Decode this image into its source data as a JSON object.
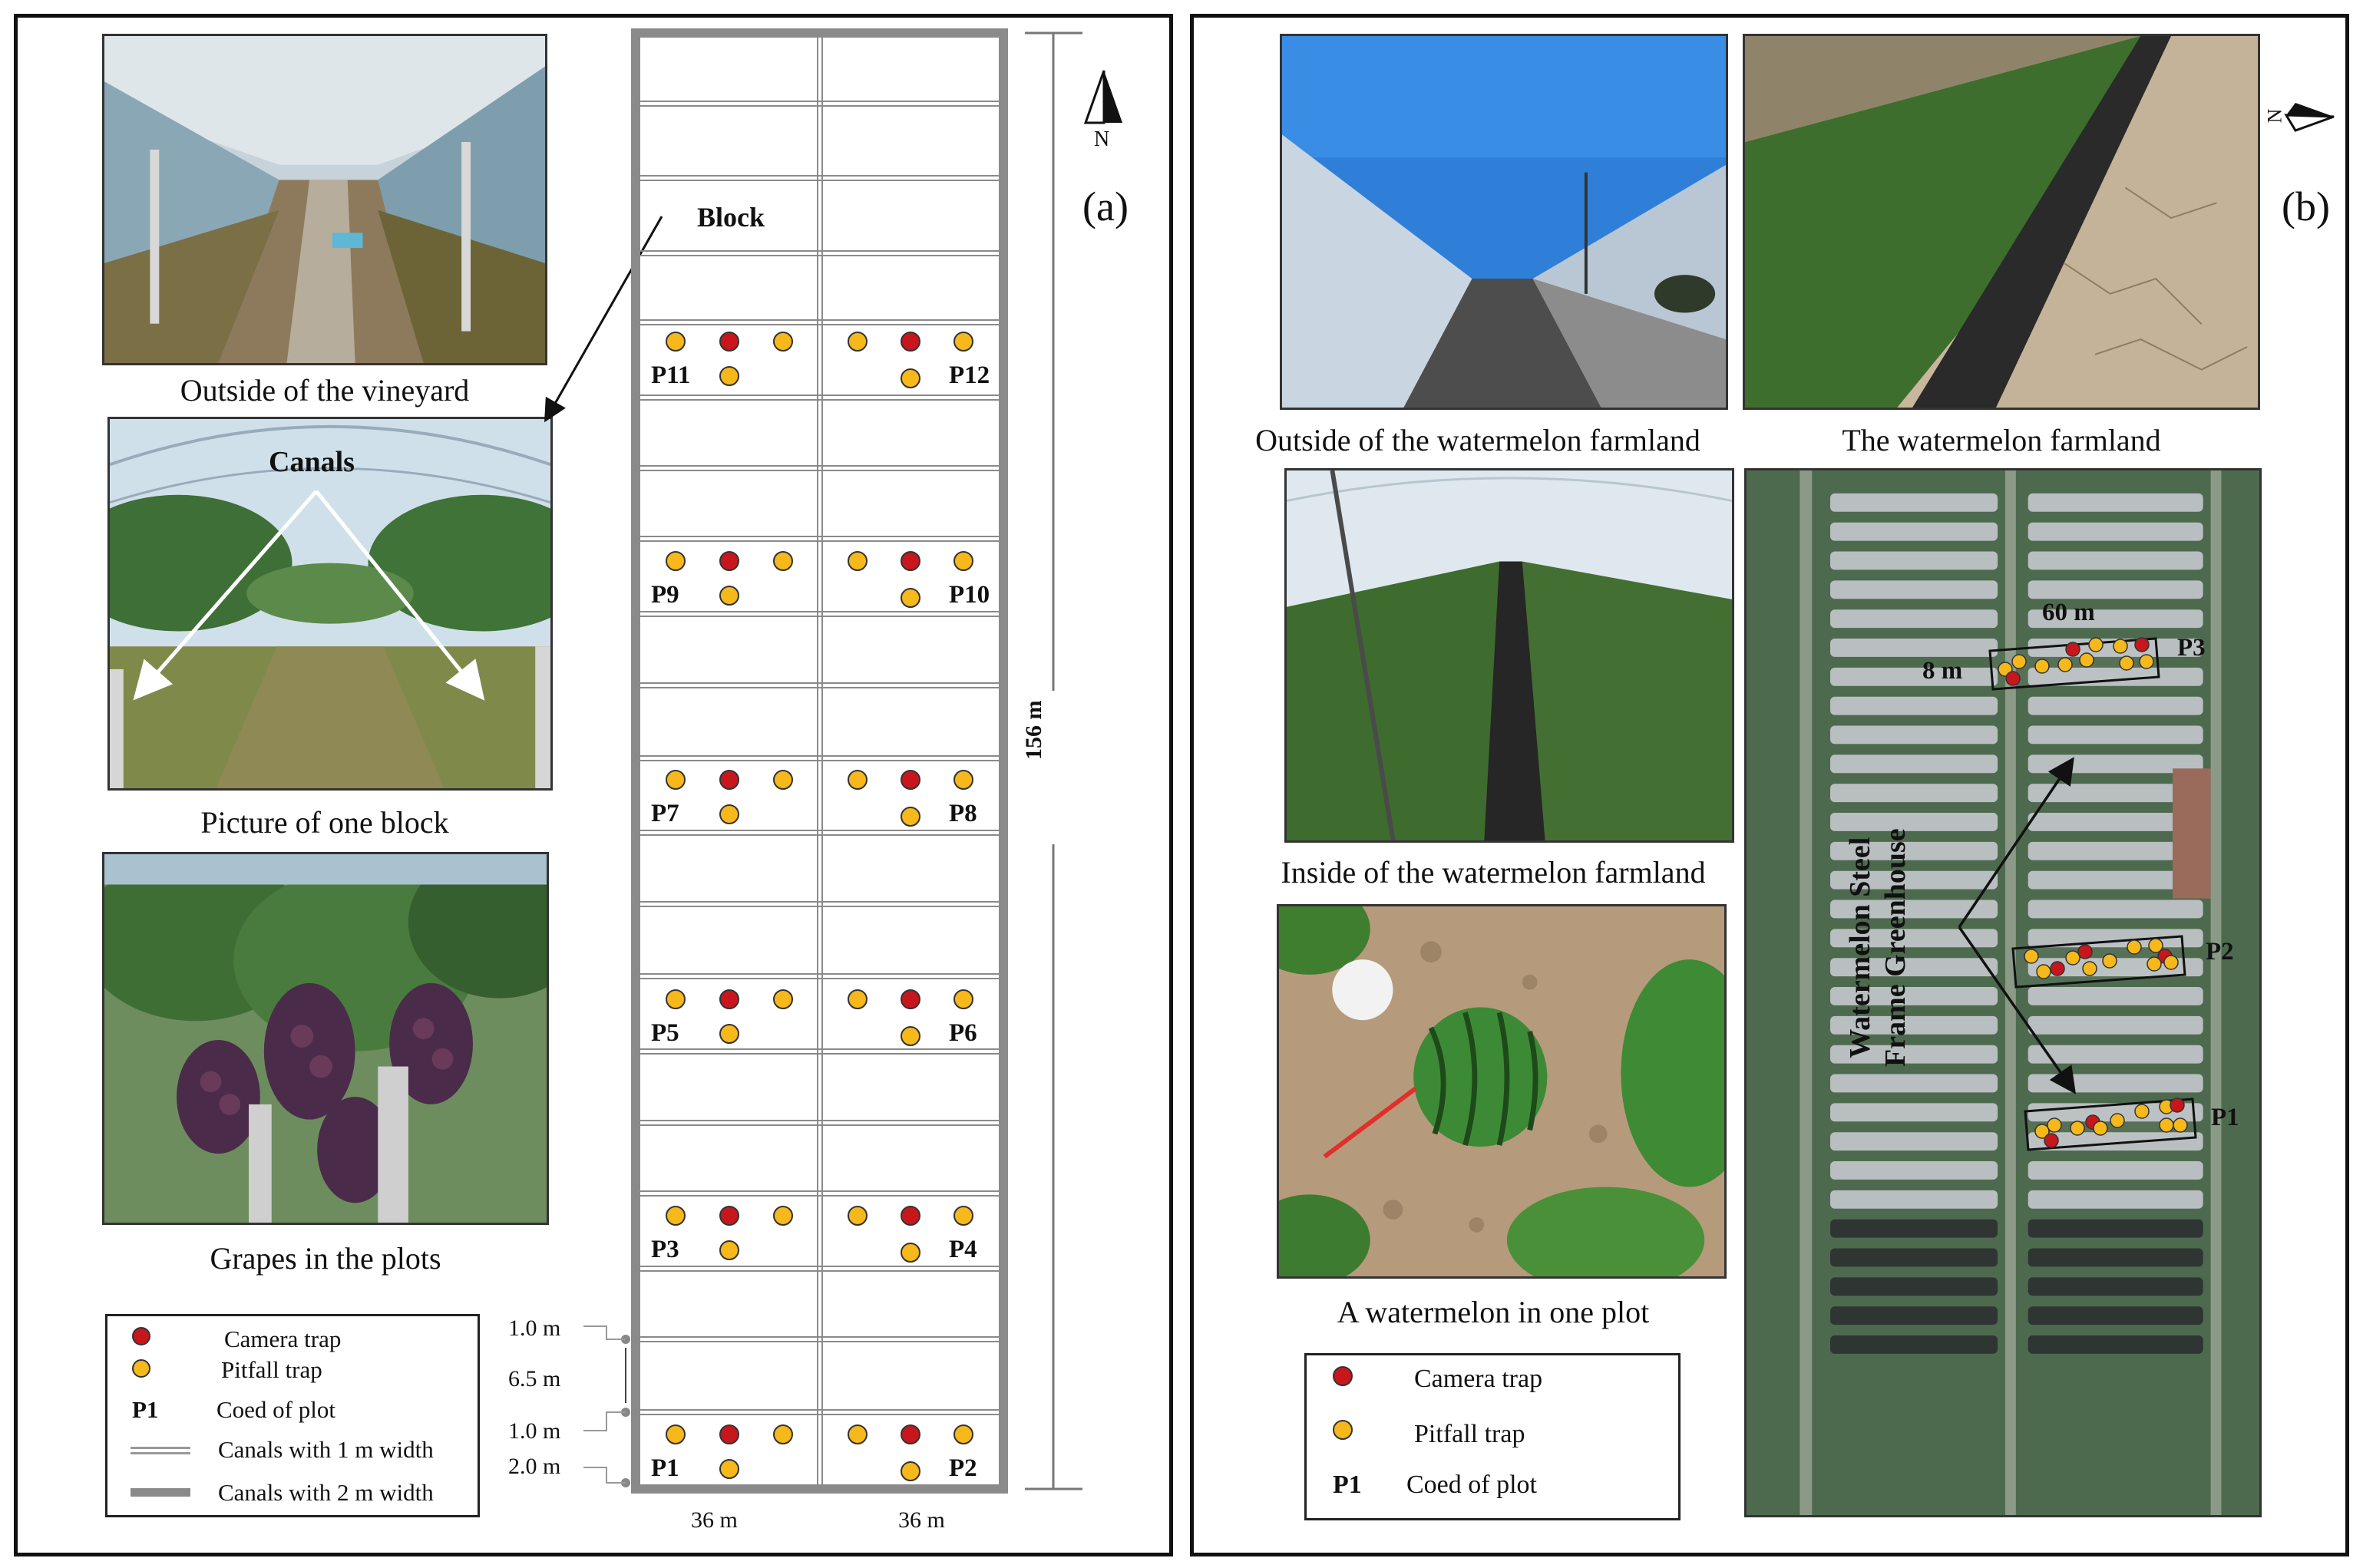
{
  "panel_a": {
    "label": "(a)",
    "north_label": "N",
    "photos": [
      {
        "caption": "Outside of the vineyard"
      },
      {
        "caption": "Picture of one block",
        "overlay": "Canals"
      },
      {
        "caption": "Grapes in the plots"
      }
    ],
    "block_label": "Block",
    "length_label": "156 m",
    "width_labels": [
      "36 m",
      "36 m"
    ],
    "spacing_labels": [
      "1.0 m",
      "6.5 m",
      "1.0 m",
      "2.0 m"
    ],
    "plots": [
      {
        "left": "P11",
        "right": "P12"
      },
      {
        "left": "P9",
        "right": "P10"
      },
      {
        "left": "P7",
        "right": "P8"
      },
      {
        "left": "P5",
        "right": "P6"
      },
      {
        "left": "P3",
        "right": "P4"
      },
      {
        "left": "P1",
        "right": "P2"
      }
    ],
    "legend": {
      "camera": "Camera trap",
      "pitfall": "Pitfall trap",
      "code_symbol": "P1",
      "code": "Coed of plot",
      "canal1": "Canals with 1 m width",
      "canal2": "Canals with 2 m width"
    }
  },
  "panel_b": {
    "label": "(b)",
    "north_label": "N",
    "photos": [
      {
        "caption": "Outside of the watermelon farmland"
      },
      {
        "caption": "The watermelon farmland"
      },
      {
        "caption": "Inside of the watermelon farmland"
      },
      {
        "caption": "A watermelon in one plot"
      }
    ],
    "map": {
      "greenhouse_label_1": "Watermelon Steel",
      "greenhouse_label_2": "Frame Greenhouse",
      "length_label": "60 m",
      "width_label": "8 m",
      "plots": [
        "P3",
        "P2",
        "P1"
      ]
    },
    "legend": {
      "camera": "Camera trap",
      "pitfall": "Pitfall trap",
      "code_symbol": "P1",
      "code": "Coed of plot"
    }
  },
  "colors": {
    "camera_trap": "#c8161d",
    "pitfall_trap": "#f6b81a",
    "canal": "#8a8a8a"
  }
}
